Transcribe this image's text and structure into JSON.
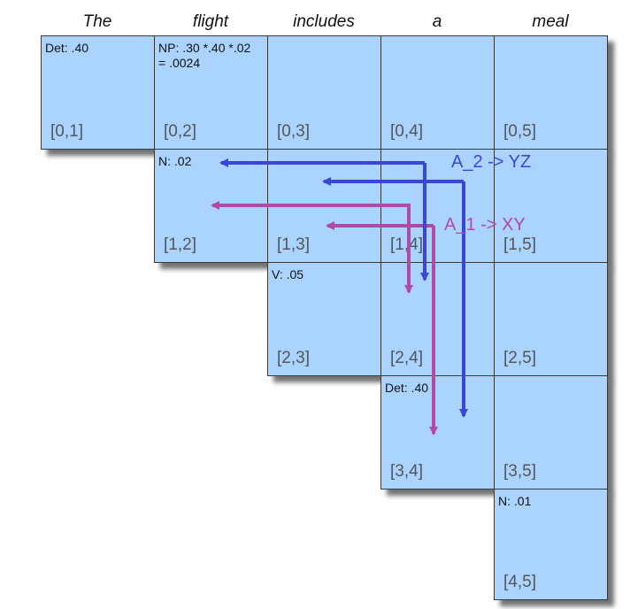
{
  "words": [
    "The",
    "flight",
    "includes",
    "a",
    "meal"
  ],
  "cells": {
    "c01": {
      "index": "[0,1]",
      "entry": "Det: .40"
    },
    "c02": {
      "index": "[0,2]",
      "entry_line1": "NP: .30 *.40 *.02",
      "entry_line2": "= .0024"
    },
    "c03": {
      "index": "[0,3]"
    },
    "c04": {
      "index": "[0,4]"
    },
    "c05": {
      "index": "[0,5]"
    },
    "c12": {
      "index": "[1,2]",
      "entry": "N: .02"
    },
    "c13": {
      "index": "[1,3]"
    },
    "c14": {
      "index": "[1,4]"
    },
    "c15": {
      "index": "[1,5]"
    },
    "c23": {
      "index": "[2,3]",
      "entry": "V: .05"
    },
    "c24": {
      "index": "[2,4]"
    },
    "c25": {
      "index": "[2,5]"
    },
    "c34": {
      "index": "[3,4]",
      "entry": "Det: .40"
    },
    "c35": {
      "index": "[3,5]"
    },
    "c45": {
      "index": "[4,5]",
      "entry": "N: .01"
    }
  },
  "annotations": {
    "rule_a2": "A_2 -> YZ",
    "rule_a1": "A_1 -> XY"
  },
  "colors": {
    "cell_fill": "#aad4ff",
    "arrow_blue": "#3b45d6",
    "arrow_magenta": "#b04aa6"
  }
}
